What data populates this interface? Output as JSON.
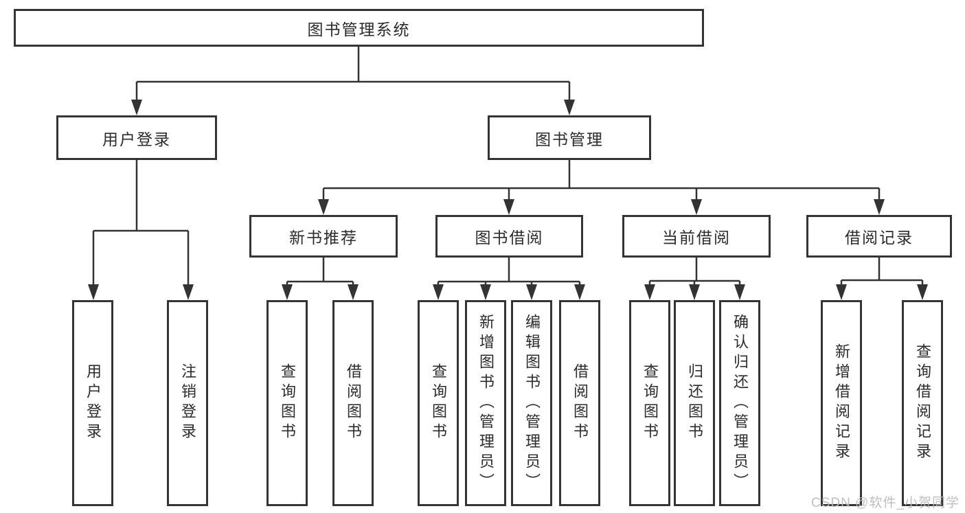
{
  "diagram": {
    "root": {
      "label": "图书管理系统"
    },
    "level2": [
      {
        "label": "用户登录"
      },
      {
        "label": "图书管理"
      }
    ],
    "level3": [
      {
        "label": "新书推荐",
        "parent": "图书管理"
      },
      {
        "label": "图书借阅",
        "parent": "图书管理"
      },
      {
        "label": "当前借阅",
        "parent": "图书管理"
      },
      {
        "label": "借阅记录",
        "parent": "图书管理"
      }
    ],
    "leaves": [
      {
        "label": "用户登录",
        "parent": "用户登录"
      },
      {
        "label": "注销登录",
        "parent": "用户登录"
      },
      {
        "label": "查询图书",
        "parent": "新书推荐"
      },
      {
        "label": "借阅图书",
        "parent": "新书推荐"
      },
      {
        "label": "查询图书",
        "parent": "图书借阅"
      },
      {
        "label": "新增图书（管理员）",
        "parent": "图书借阅"
      },
      {
        "label": "编辑图书（管理员）",
        "parent": "图书借阅"
      },
      {
        "label": "借阅图书",
        "parent": "图书借阅"
      },
      {
        "label": "查询图书",
        "parent": "当前借阅"
      },
      {
        "label": "归还图书",
        "parent": "当前借阅"
      },
      {
        "label": "确认归还（管理员）",
        "parent": "当前借阅"
      },
      {
        "label": "新增借阅记录",
        "parent": "借阅记录"
      },
      {
        "label": "查询借阅记录",
        "parent": "借阅记录"
      }
    ],
    "watermark": "CSDN @软件_小贺同学",
    "colors": {
      "line": "#333333",
      "text": "#2b2b2b",
      "background": "#ffffff",
      "watermark": "#bcbcbc"
    }
  }
}
